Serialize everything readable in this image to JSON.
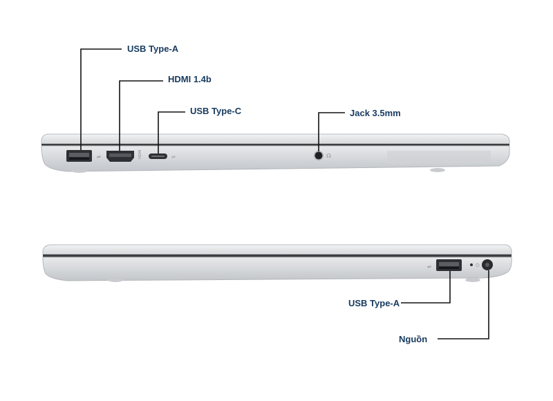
{
  "labels": {
    "left_side": {
      "usb_a": "USB Type-A",
      "hdmi": "HDMI 1.4b",
      "usb_c": "USB Type-C",
      "jack": "Jack 3.5mm"
    },
    "right_side": {
      "usb_a": "USB Type-A",
      "power": "Nguồn"
    }
  },
  "colors": {
    "label_text": "#173a5e",
    "callout_line": "#111111",
    "chassis": "#d4d6d9",
    "chassis_shadow": "#b9bcc0",
    "lid_seam": "#3d3f43"
  }
}
